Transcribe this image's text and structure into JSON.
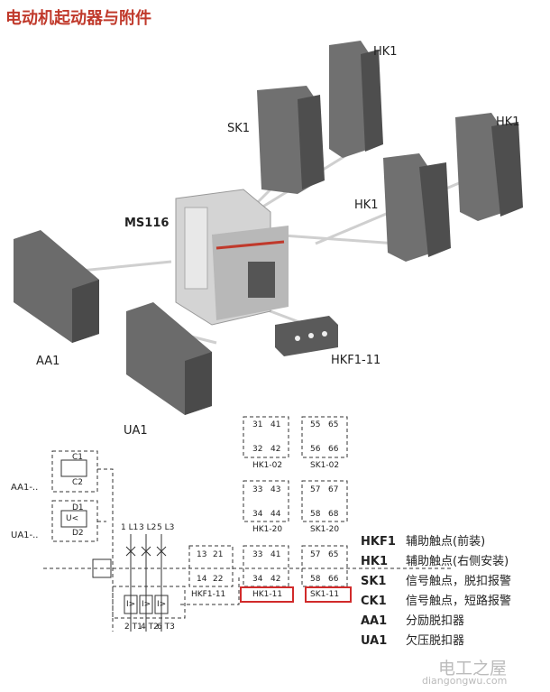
{
  "title": "电动机起动器与附件",
  "components": {
    "sk1": "SK1",
    "hk1_top": "HK1",
    "hk1_right": "HK1",
    "hk1_mid": "HK1",
    "ms116": "MS116",
    "aa1": "AA1",
    "ua1": "UA1",
    "hkf1_11": "HKF1-11"
  },
  "contacts": {
    "hk1_02": {
      "name": "HK1-02",
      "pins": [
        "31",
        "41",
        "32",
        "42"
      ]
    },
    "sk1_02": {
      "name": "SK1-02",
      "pins": [
        "55",
        "65",
        "56",
        "66"
      ]
    },
    "hk1_20": {
      "name": "HK1-20",
      "pins": [
        "33",
        "43",
        "34",
        "44"
      ]
    },
    "sk1_20": {
      "name": "SK1-20",
      "pins": [
        "57",
        "67",
        "58",
        "68"
      ]
    },
    "hkf1_11": {
      "name": "HKF1-11",
      "pins": [
        "13",
        "21",
        "14",
        "22"
      ]
    },
    "hk1_11": {
      "name": "HK1-11",
      "pins": [
        "33",
        "41",
        "34",
        "42"
      ]
    },
    "sk1_11": {
      "name": "SK1-11",
      "pins": [
        "57",
        "65",
        "58",
        "66"
      ]
    }
  },
  "schematic": {
    "aa1_label": "AA1-..",
    "ua1_label": "UA1-..",
    "c1": "C1",
    "c2": "C2",
    "d1": "D1",
    "d2": "D2",
    "u": "U<",
    "top_terms": [
      "1 L1",
      "3 L2",
      "5 L3"
    ],
    "bottom_terms": [
      "2 T1",
      "4 T2",
      "6 T3"
    ],
    "trip": "I>"
  },
  "legend": [
    {
      "code": "HKF1",
      "desc": "辅助触点(前装)"
    },
    {
      "code": "HK1",
      "desc": "辅助触点(右侧安装)"
    },
    {
      "code": "SK1",
      "desc": "信号触点，脱扣报警"
    },
    {
      "code": "CK1",
      "desc": "信号触点，短路报警"
    },
    {
      "code": "AA1",
      "desc": "分励脱扣器"
    },
    {
      "code": "UA1",
      "desc": "欠压脱扣器"
    }
  ],
  "watermark": {
    "text": "电工之屋",
    "url": "diangongwu.com"
  },
  "colors": {
    "title": "#c0392b",
    "highlight": "#d12a2a",
    "module": "#6b6b6b",
    "breaker": "#c9c9c9",
    "accent": "#c0392b"
  }
}
